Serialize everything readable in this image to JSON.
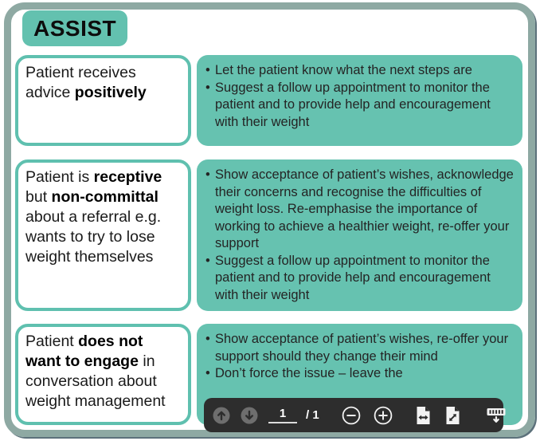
{
  "title": "ASSIST",
  "rows": [
    {
      "left": {
        "segments": [
          {
            "text": "Patient receives advice ",
            "bold": false
          },
          {
            "text": "positively",
            "bold": true
          }
        ]
      },
      "right": {
        "bullets": [
          "Let the patient know what the next steps are",
          "Suggest a follow up appointment to monitor the patient and to provide help and encouragement with their weight"
        ]
      }
    },
    {
      "left": {
        "segments": [
          {
            "text": "Patient is ",
            "bold": false
          },
          {
            "text": "receptive",
            "bold": true
          },
          {
            "text": " but ",
            "bold": false
          },
          {
            "text": "non-committal",
            "bold": true
          },
          {
            "text": " about a referral e.g. wants to try to lose weight themselves",
            "bold": false
          }
        ]
      },
      "right": {
        "bullets": [
          "Show acceptance of patient’s wishes, acknowledge their concerns and recognise the difficulties of weight loss. Re-emphasise the importance of working to achieve a healthier weight, re-offer your support",
          "Suggest a follow up appointment to monitor the patient and to provide help and encouragement with their weight"
        ]
      }
    },
    {
      "left": {
        "segments": [
          {
            "text": "Patient ",
            "bold": false
          },
          {
            "text": "does not want to engage",
            "bold": true
          },
          {
            "text": " in conversation about weight management",
            "bold": false
          }
        ]
      },
      "right": {
        "bullets": [
          "Show acceptance of patient’s wishes, re-offer your support should they change their mind",
          "Don’t force the issue – leave the"
        ]
      }
    }
  ],
  "toolbar": {
    "page_value": "1",
    "page_total": "/ 1",
    "icons": {
      "previous": "arrow-up-circle",
      "next": "arrow-down-circle",
      "zoom_out": "minus-circle",
      "zoom_in": "plus-circle",
      "fit_width": "page-horizontal-arrows",
      "fit_page": "page-diagonal-arrows",
      "dock": "toolbar-down-arrow"
    }
  },
  "colors": {
    "teal_fill": "#66C2B0",
    "teal_border": "#5FC0AF",
    "frame": "#8EA9A3",
    "frame_edge": "#5C717B",
    "toolbar_bg": "#2D2D2D"
  }
}
